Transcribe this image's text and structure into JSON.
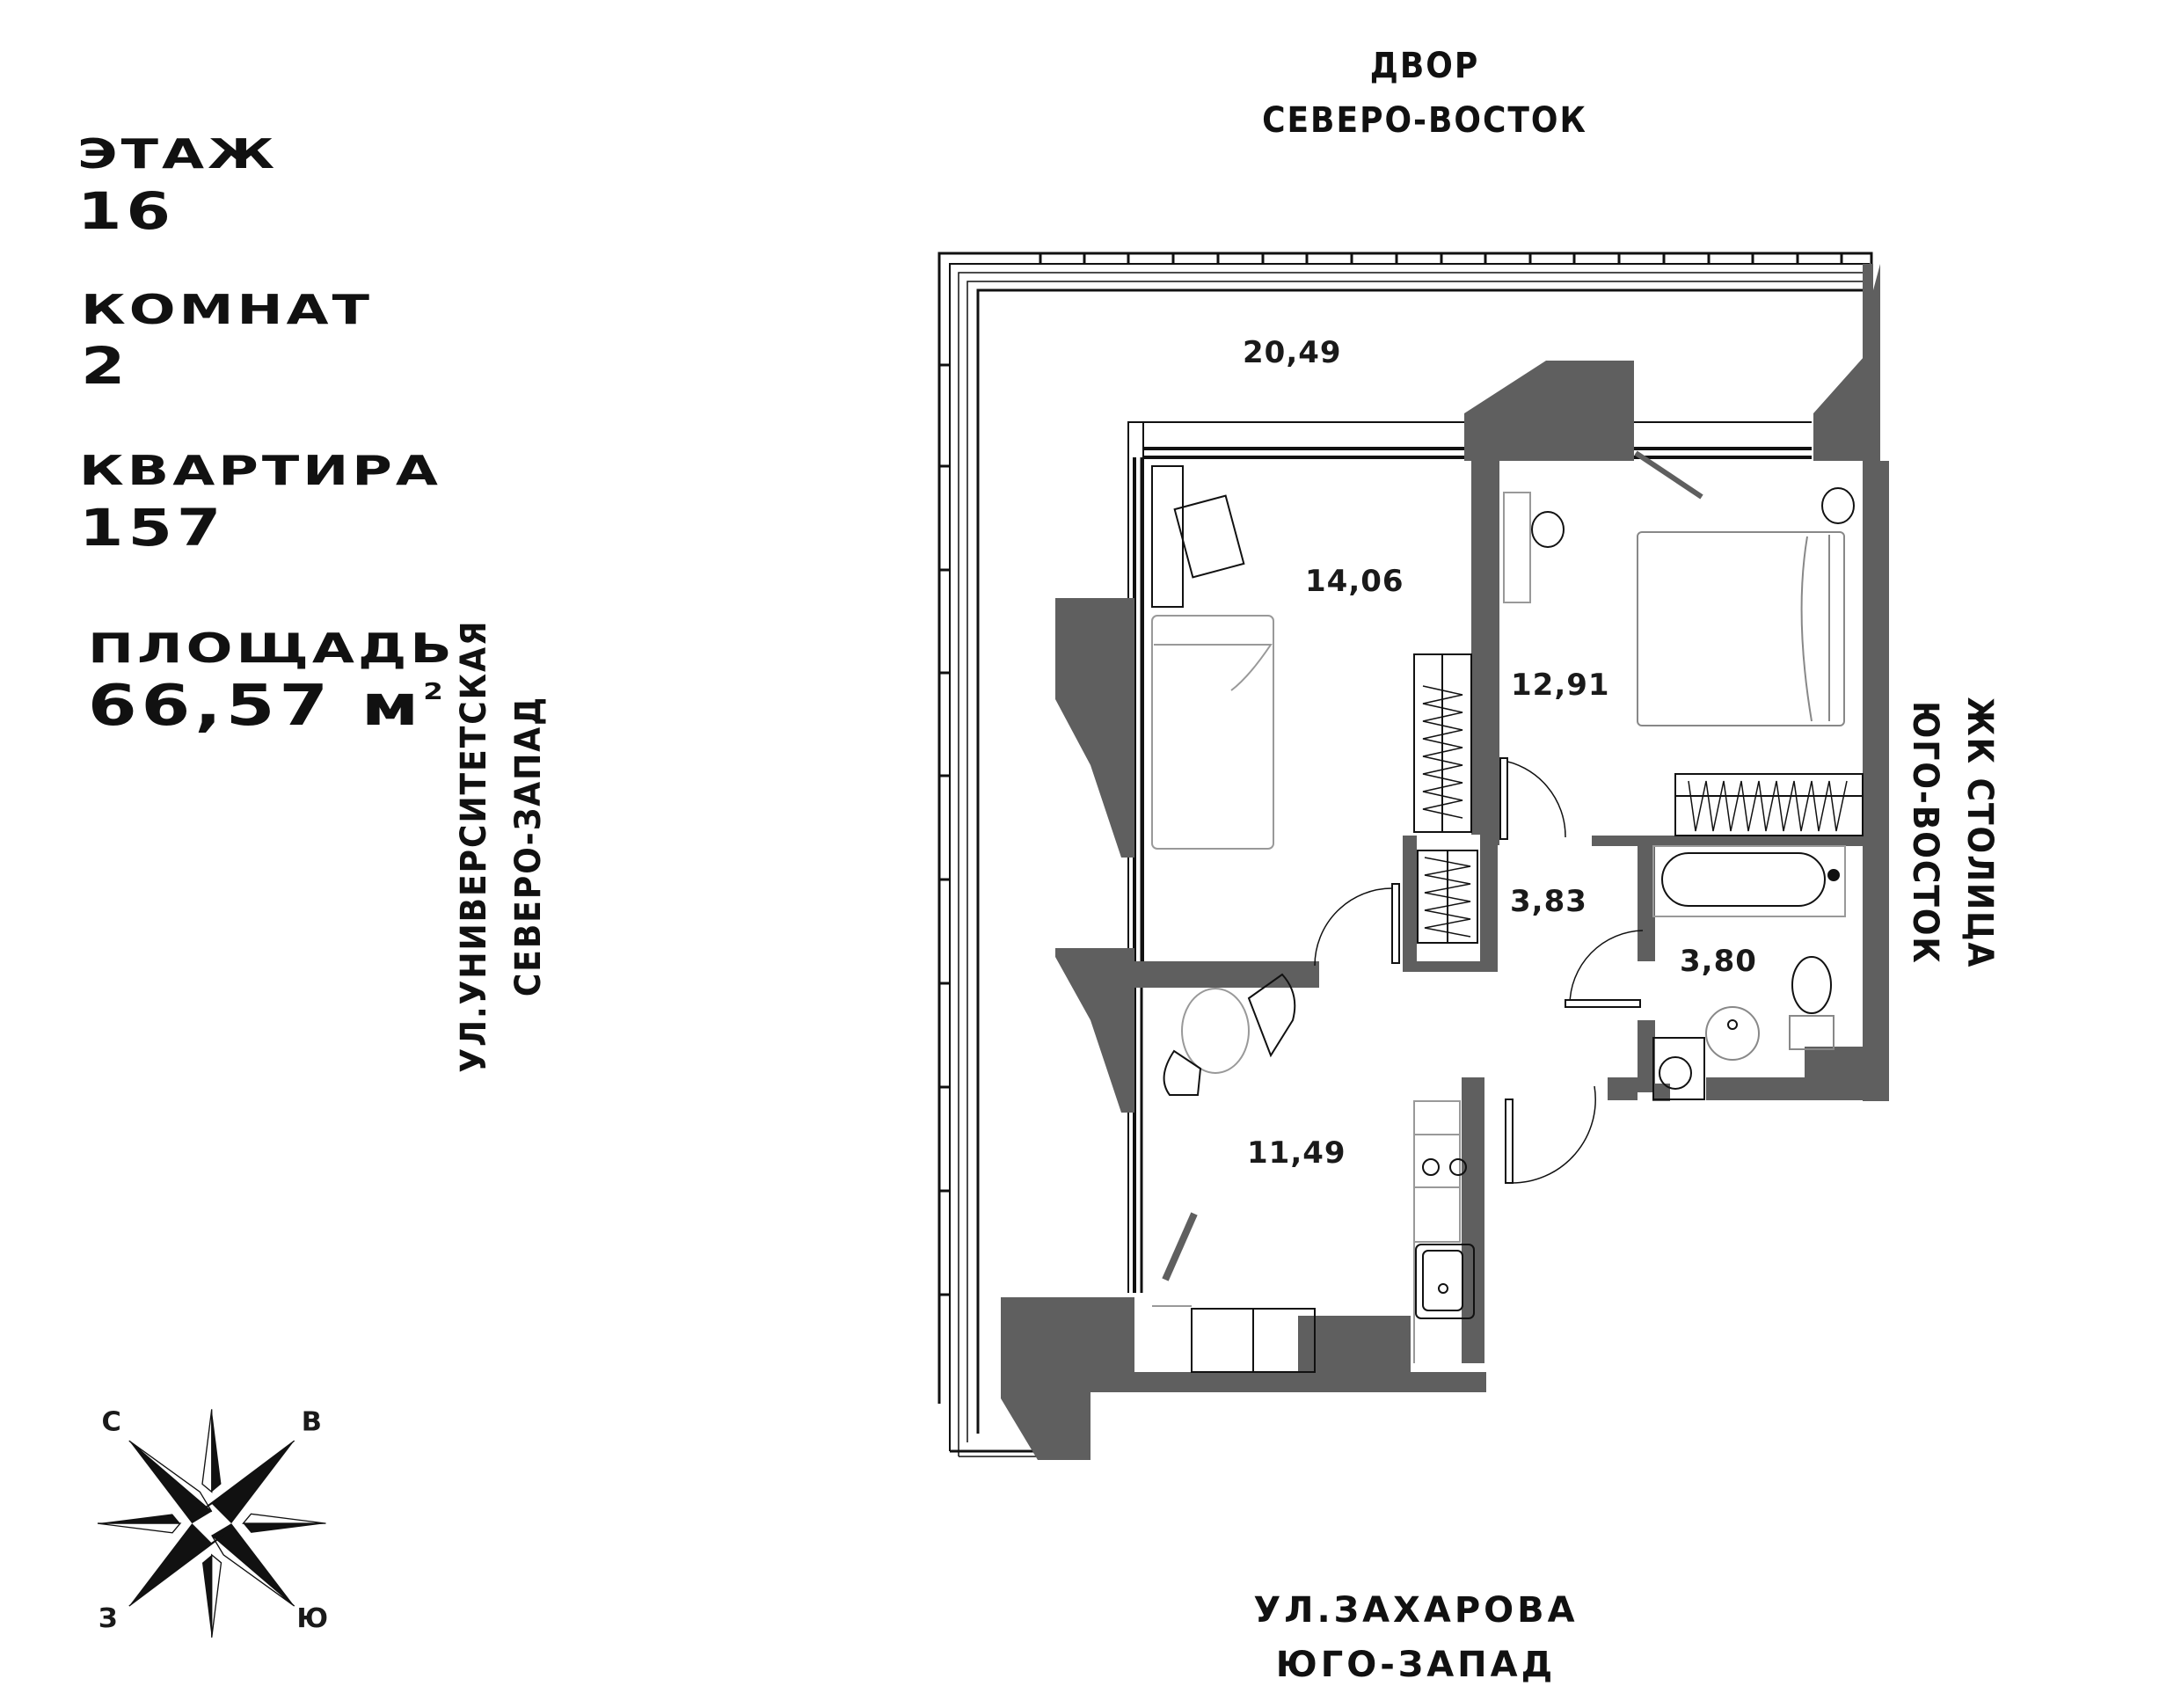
{
  "info": {
    "floor": {
      "label": "ЭТАЖ",
      "value": "16"
    },
    "rooms": {
      "label": "КОМНАТ",
      "value": "2"
    },
    "apartment": {
      "label": "КВАРТИРА",
      "value": "157"
    },
    "area": {
      "label": "ПЛОЩАДЬ",
      "value": "66,57 м",
      "unit_sup": "2"
    }
  },
  "orientation": {
    "top": {
      "line1": "ДВОР",
      "line2": "СЕВЕРО-ВОСТОК"
    },
    "left": {
      "line1": "УЛ.УНИВЕРСИТЕТСКАЯ",
      "line2": "СЕВЕРО-ЗАПАД"
    },
    "right": {
      "line1": "ЖК СТОЛИЦА",
      "line2": "ЮГО-ВОСТОК"
    },
    "bottom": {
      "line1": "УЛ.ЗАХАРОВА",
      "line2": "ЮГО-ЗАПАД"
    }
  },
  "rooms": [
    {
      "id": "balcony",
      "area": "20,49"
    },
    {
      "id": "bedroom-1",
      "area": "14,06"
    },
    {
      "id": "bedroom-2",
      "area": "12,91"
    },
    {
      "id": "hallway",
      "area": "3,83"
    },
    {
      "id": "bathroom",
      "area": "3,80"
    },
    {
      "id": "kitchen",
      "area": "11,49"
    }
  ],
  "compass": {
    "n": "С",
    "e": "В",
    "w": "З",
    "s": "Ю"
  },
  "colors": {
    "wall": "#5f5f5f",
    "line": "#111111",
    "background": "#ffffff"
  }
}
